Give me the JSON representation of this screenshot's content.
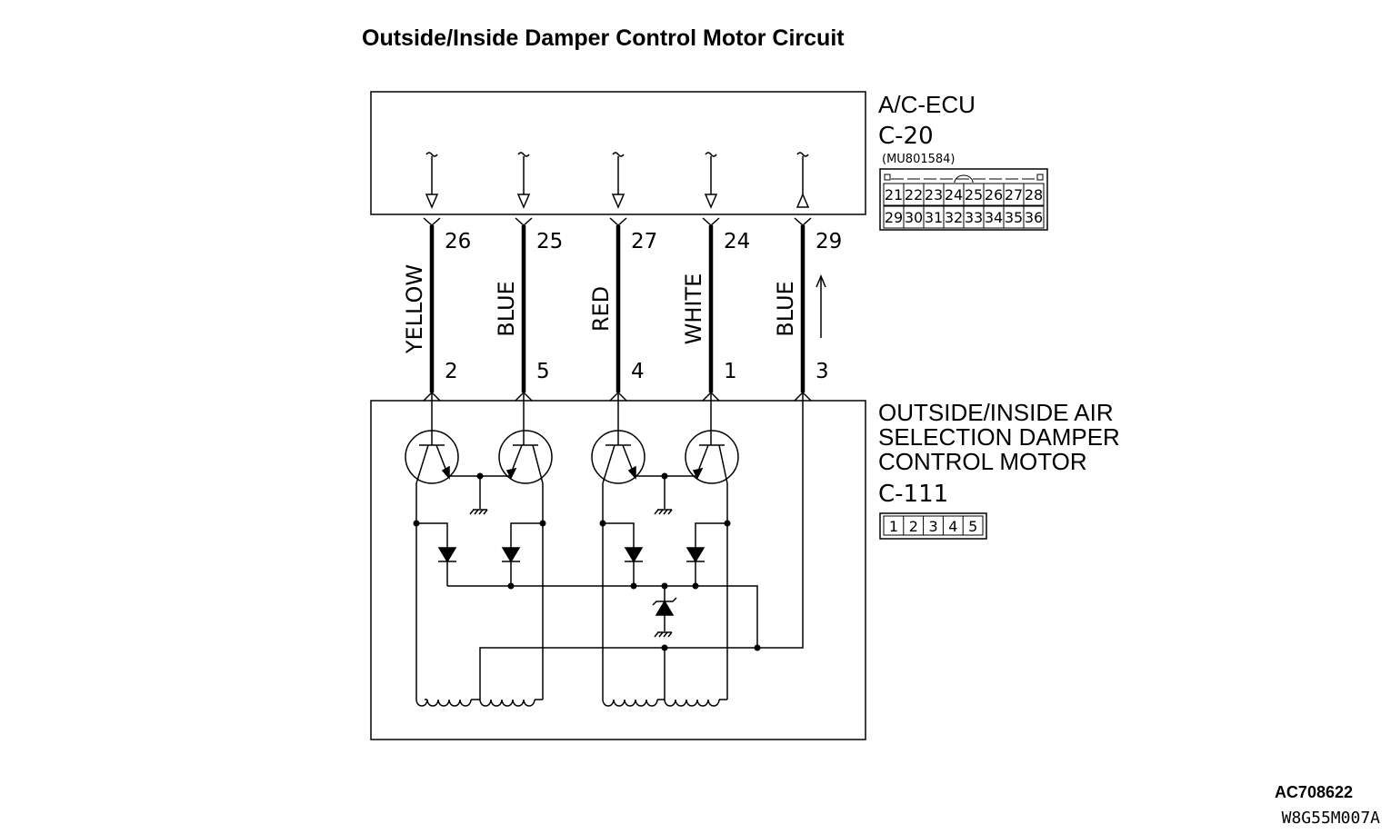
{
  "title": "Outside/Inside Damper Control Motor Circuit",
  "ecu": {
    "name": "A/C-ECU",
    "connector": "C-20",
    "part_number": "(MU801584)",
    "pins_row1": [
      "21",
      "22",
      "23",
      "24",
      "25",
      "26",
      "27",
      "28"
    ],
    "pins_row2": [
      "29",
      "30",
      "31",
      "32",
      "33",
      "34",
      "35",
      "36"
    ]
  },
  "motor": {
    "name_lines": [
      "OUTSIDE/INSIDE AIR",
      "SELECTION DAMPER",
      "CONTROL MOTOR"
    ],
    "connector": "C-111",
    "pins": [
      "1",
      "2",
      "3",
      "4",
      "5"
    ]
  },
  "wires": [
    {
      "color": "YELLOW",
      "ecu_pin": "26",
      "motor_pin": "2"
    },
    {
      "color": "BLUE",
      "ecu_pin": "25",
      "motor_pin": "5"
    },
    {
      "color": "RED",
      "ecu_pin": "27",
      "motor_pin": "4"
    },
    {
      "color": "WHITE",
      "ecu_pin": "24",
      "motor_pin": "1"
    },
    {
      "color": "BLUE",
      "ecu_pin": "29",
      "motor_pin": "3"
    }
  ],
  "footer": {
    "code1": "AC708622",
    "code2": "W8G55M007A"
  }
}
